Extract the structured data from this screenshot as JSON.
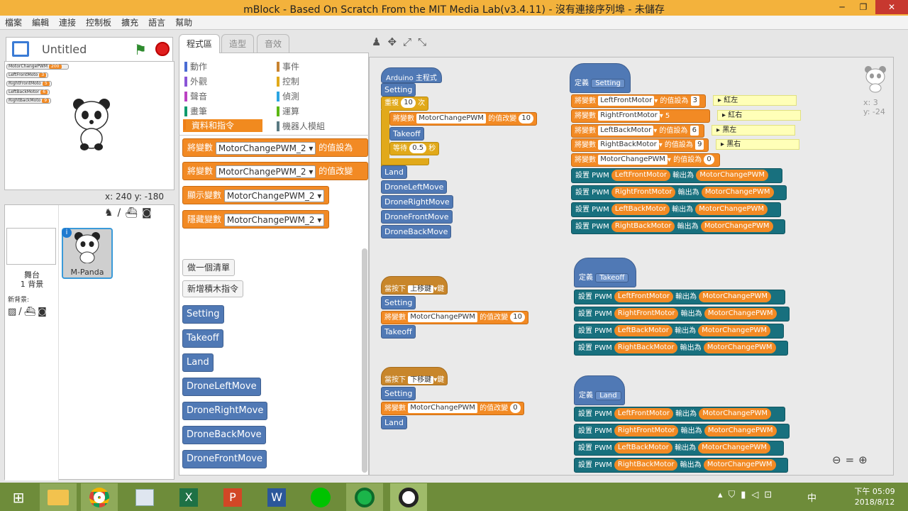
{
  "window": {
    "title": "mBlock - Based On Scratch From the MIT Media Lab(v3.4.11) - 沒有連接序列埠 - 未儲存",
    "min": "─",
    "max": "❐",
    "close": "✕"
  },
  "menu": [
    "檔案",
    "編輯",
    "連接",
    "控制板",
    "擴充",
    "語言",
    "幫助"
  ],
  "project": {
    "name": "Untitled"
  },
  "stage": {
    "vars": [
      {
        "name": "MotorChangePWM",
        "val": "200"
      },
      {
        "name": "LeftFrontMoto",
        "val": "3"
      },
      {
        "name": "RightFrontMoto",
        "val": "5"
      },
      {
        "name": "LeftBackMotor",
        "val": "6"
      },
      {
        "name": "RightBackMoto",
        "val": "9"
      }
    ],
    "coords": "x: 240  y: -180"
  },
  "sprites": {
    "stage_label": "舞台",
    "backdrops": "1 背景",
    "new_backdrop": "新背景:",
    "sprite_name": "M-Panda"
  },
  "tabs": [
    "程式區",
    "造型",
    "音效"
  ],
  "categories": {
    "left": [
      {
        "label": "動作",
        "color": "#4a6cd4"
      },
      {
        "label": "外觀",
        "color": "#8a55d7"
      },
      {
        "label": "聲音",
        "color": "#bb42c3"
      },
      {
        "label": "畫筆",
        "color": "#0e9a6c"
      },
      {
        "label": "資料和指令",
        "color": "#ee7d16"
      }
    ],
    "right": [
      {
        "label": "事件",
        "color": "#c88330"
      },
      {
        "label": "控制",
        "color": "#e1a91a"
      },
      {
        "label": "偵測",
        "color": "#2ca5e2"
      },
      {
        "label": "運算",
        "color": "#5cb712"
      },
      {
        "label": "機器人模組",
        "color": "#5a7a82"
      }
    ]
  },
  "palette": {
    "set_var": "將變數",
    "set_var_tail": "的值設為",
    "change_var": "將變數",
    "change_var_tail": "的值改變",
    "show_var": "顯示變數",
    "hide_var": "隱藏變數",
    "var_name": "MotorChangePWM_2",
    "make_list": "做一個清單",
    "make_block": "新增積木指令",
    "custom_blocks": [
      "Setting",
      "Takeoff",
      "Land",
      "DroneLeftMove",
      "DroneRightMove",
      "DroneBackMove",
      "DroneFrontMove"
    ]
  },
  "script": {
    "main_hat": "Arduino 主程式",
    "setting": "Setting",
    "repeat": "重複",
    "repeat_n": "10",
    "repeat_unit": "次",
    "change_label": "將變數",
    "change_var": "MotorChangePWM",
    "change_tail": "的值改變",
    "change_val": "10",
    "takeoff": "Takeoff",
    "wait": "等待",
    "wait_val": "0.5",
    "wait_unit": "秒",
    "land": "Land",
    "moves": [
      "DroneLeftMove",
      "DroneRightMove",
      "DroneFrontMove",
      "DroneBackMove"
    ],
    "key_hat1_pre": "當按下",
    "key1": "上移鍵",
    "key_suffix": "鍵",
    "key2": "下移鍵",
    "change_val2": "0",
    "define": "定義",
    "def_setting": "Setting",
    "def_takeoff": "Takeoff",
    "def_land": "Land",
    "set_rows": [
      {
        "var": "LeftFrontMotor",
        "val": "3",
        "note": "紅左"
      },
      {
        "var": "RightFrontMotor",
        "val": "5",
        "note": "紅右"
      },
      {
        "var": "LeftBackMotor",
        "val": "6",
        "note": "黑左"
      },
      {
        "var": "RightBackMotor",
        "val": "9",
        "note": "黑右"
      },
      {
        "var": "MotorChangePWM",
        "val": "0",
        "note": ""
      }
    ],
    "set_to": "的值設為",
    "pwm_pre": "設置 PWM",
    "pwm_mid": "輸出為",
    "pwm_pins": [
      "LeftFrontMotor",
      "RightFrontMotor",
      "LeftBackMotor",
      "RightBackMotor"
    ],
    "pwm_val": "MotorChangePWM"
  },
  "sprite_info": {
    "x": "x: 3",
    "y": "y: -24"
  },
  "taskbar": {
    "time": "下午 05:09",
    "date": "2018/8/12",
    "ime": "中"
  }
}
